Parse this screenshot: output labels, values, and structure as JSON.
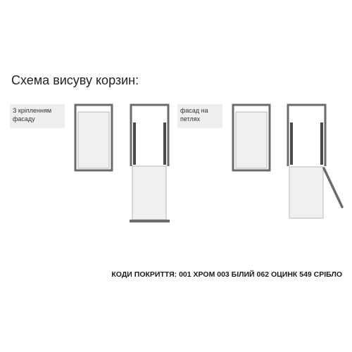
{
  "title": "Схема висуву корзин:",
  "labels": {
    "facade_mount": {
      "line1": "З кріпленням",
      "line2": "фасаду"
    },
    "hinged_facade": {
      "line1": "фасад на",
      "line2": "петлях"
    }
  },
  "coating_codes": "КОДИ ПОКРИТТЯ: 001 ХРОМ 003 БІЛИЙ 062 ОЦИНК 549 СРІБЛО",
  "colors": {
    "frame": "#6b6b6b",
    "frame_dark": "#4a4a4a",
    "basket_fill": "#f0f0f0",
    "basket_stroke": "#b8b8b8",
    "label_bg": "#eeeeee"
  }
}
